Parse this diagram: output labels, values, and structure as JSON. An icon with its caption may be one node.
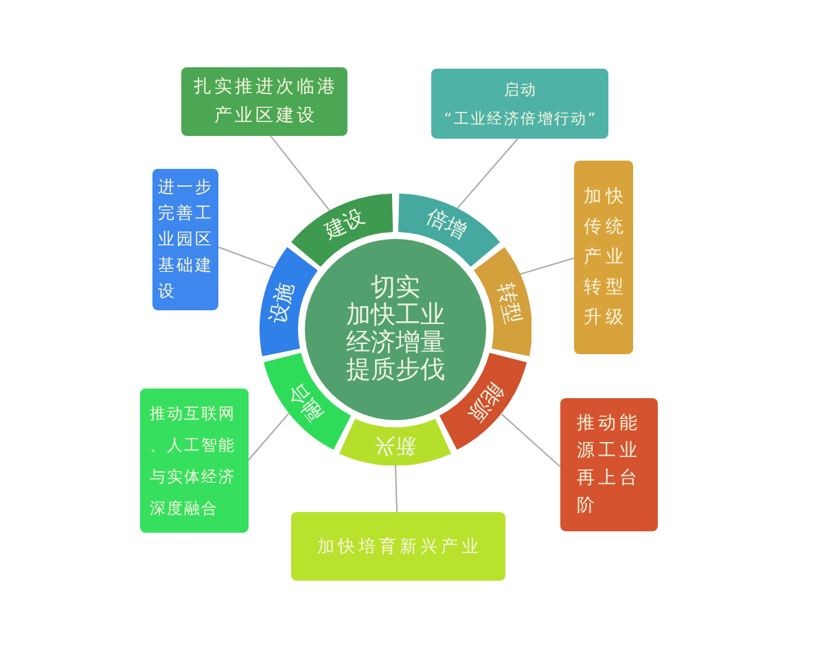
{
  "diagram": {
    "nodes": [
      {
        "text": [
          "切实加快工业经济增量提质步伐"
        ]
      },
      {
        "text": [
          "建设"
        ]
      },
      {
        "text": [
          "倍增"
        ]
      },
      {
        "text": [
          "转型"
        ]
      },
      {
        "text": [
          "能源"
        ]
      },
      {
        "text": [
          "新兴"
        ]
      },
      {
        "text": [
          "融合"
        ]
      },
      {
        "text": [
          "设施"
        ]
      },
      {
        "text": [
          "扎实推进次临港产业区建设"
        ]
      },
      {
        "text": [
          "启动“工业经济倍增行动”"
        ]
      },
      {
        "text": [
          "加快传统产业转型升级"
        ]
      },
      {
        "text": [
          "推动能源工业再上台阶"
        ]
      },
      {
        "text": [
          "加快培育新兴产业"
        ]
      },
      {
        "text": [
          "推动互联网、人工智能与实体经济深度融合"
        ]
      },
      {
        "text": [
          "进一步完善工业园区基础建设"
        ]
      }
    ],
    "edges": [
      {
        "from": 1,
        "to": 8,
        "arrow": "none"
      },
      {
        "from": 2,
        "to": 9,
        "arrow": "none"
      },
      {
        "from": 3,
        "to": 10,
        "arrow": "none"
      },
      {
        "from": 4,
        "to": 11,
        "arrow": "none"
      },
      {
        "from": 5,
        "to": 12,
        "arrow": "none"
      },
      {
        "from": 6,
        "to": 13,
        "arrow": "none"
      },
      {
        "from": 7,
        "to": 14,
        "arrow": "none"
      }
    ]
  }
}
